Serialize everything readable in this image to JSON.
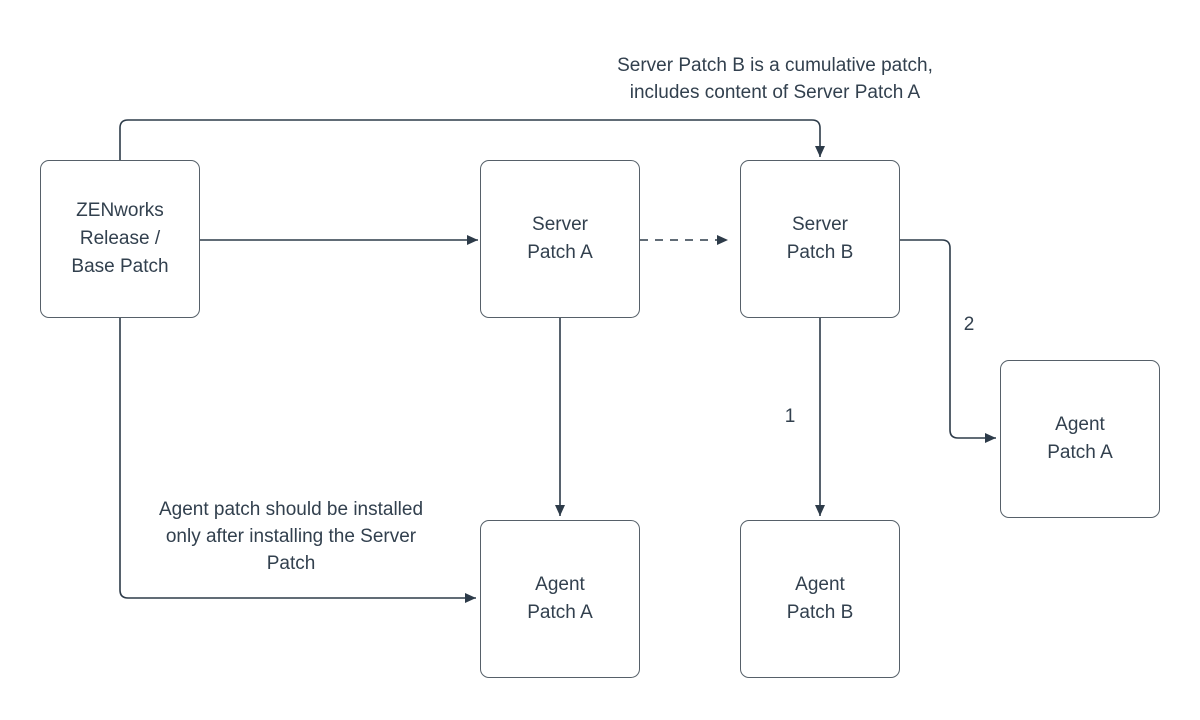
{
  "colors": {
    "stroke": "#2d3b49",
    "box_border": "#566069",
    "box_fill": "#ffffff",
    "text": "#32404e",
    "background": "#ffffff"
  },
  "nodes": {
    "zenworks": {
      "label": "ZENworks\nRelease /\nBase Patch"
    },
    "server_patch_a": {
      "label": "Server\nPatch A"
    },
    "server_patch_b": {
      "label": "Server\nPatch B"
    },
    "agent_patch_a_mid": {
      "label": "Agent\nPatch A"
    },
    "agent_patch_b": {
      "label": "Agent\nPatch B"
    },
    "agent_patch_a_right": {
      "label": "Agent\nPatch A"
    }
  },
  "annotations": {
    "cumulative_note": "Server Patch B is a cumulative patch,\nincludes content of Server Patch A",
    "agent_install_note": "Agent patch should be installed\nonly after installing the Server\nPatch",
    "label_1": "1",
    "label_2": "2"
  },
  "edges": [
    {
      "from": "zenworks",
      "to": "server_patch_a",
      "style": "solid"
    },
    {
      "from": "server_patch_a",
      "to": "server_patch_b",
      "style": "dashed"
    },
    {
      "from": "zenworks",
      "to": "server_patch_b",
      "style": "solid",
      "note": "cumulative_note"
    },
    {
      "from": "server_patch_a",
      "to": "agent_patch_a_mid",
      "style": "solid"
    },
    {
      "from": "server_patch_b",
      "to": "agent_patch_b",
      "style": "solid",
      "label": "1"
    },
    {
      "from": "server_patch_b",
      "to": "agent_patch_a_right",
      "style": "solid",
      "label": "2"
    },
    {
      "from": "zenworks",
      "to": "agent_patch_a_mid",
      "style": "solid",
      "note": "agent_install_note"
    }
  ]
}
